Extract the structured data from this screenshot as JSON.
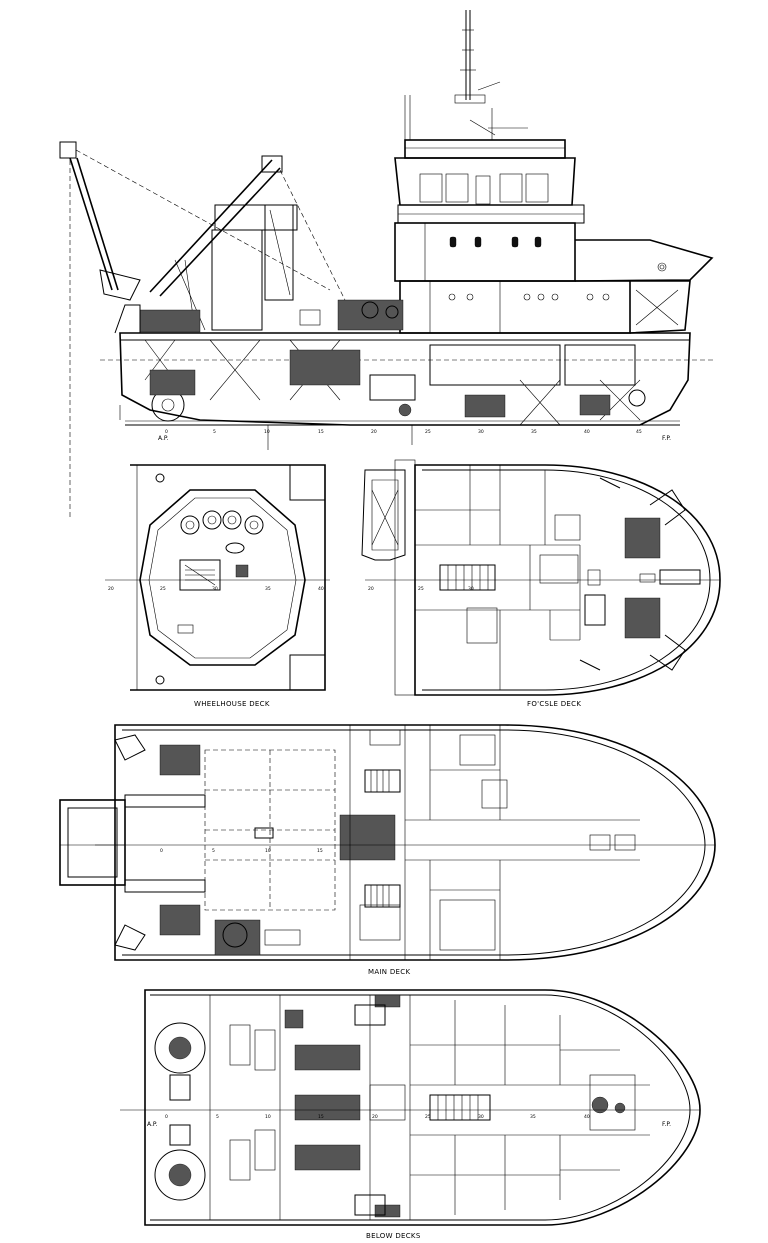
{
  "drawing": {
    "title_labels": {
      "wheelhouse": "WHEELHOUSE DECK",
      "focsle": "FO'CSLE DECK",
      "main": "MAIN DECK",
      "below": "BELOW DECKS"
    },
    "profile_markers": {
      "ap": "A.P.",
      "fp": "F.P."
    },
    "profile_frames": [
      "0",
      "5",
      "10",
      "15",
      "20",
      "25",
      "30",
      "35",
      "40",
      "45"
    ],
    "wheelhouse_frames": [
      "20",
      "25",
      "30",
      "35",
      "40"
    ],
    "focsle_frames": [
      "20",
      "25",
      "30"
    ],
    "main_frames": [
      "0",
      "5",
      "10",
      "15"
    ],
    "below_markers": {
      "ap": "A.P.",
      "fp": "F.P."
    },
    "below_frames": [
      "0",
      "5",
      "10",
      "15",
      "20",
      "25",
      "30",
      "35",
      "40"
    ]
  }
}
